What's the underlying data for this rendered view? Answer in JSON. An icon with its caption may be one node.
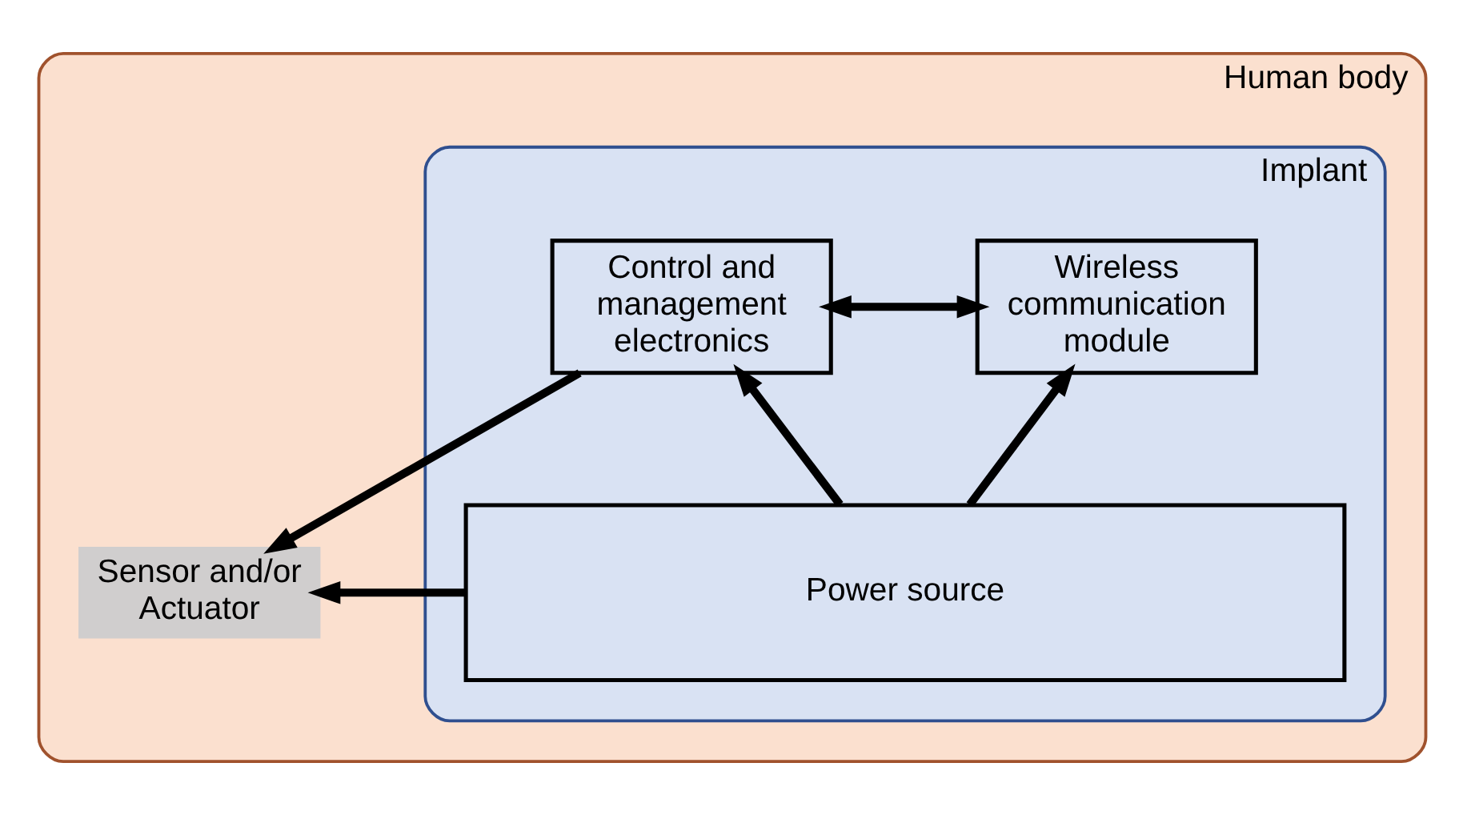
{
  "diagram": {
    "nodes": [
      {
        "text": [
          "Human body"
        ]
      },
      {
        "text": [
          "Implant"
        ],
        "in": 0
      },
      {
        "text": [
          "Control and management electronics"
        ],
        "in": 1
      },
      {
        "text": [
          "Wireless communication module"
        ],
        "in": 1
      },
      {
        "text": [
          "Sensor and/or Actuator"
        ],
        "in": 0
      },
      {
        "text": [
          "Power source"
        ],
        "in": 1
      }
    ],
    "edges": [
      {
        "from": 2,
        "to": 4,
        "arrow": "to"
      },
      {
        "from": 2,
        "to": 3,
        "arrow": "both"
      },
      {
        "from": 5,
        "to": 2,
        "arrow": "to"
      },
      {
        "from": 5,
        "to": 3,
        "arrow": "to"
      },
      {
        "from": 5,
        "to": 4,
        "arrow": "to"
      }
    ]
  }
}
